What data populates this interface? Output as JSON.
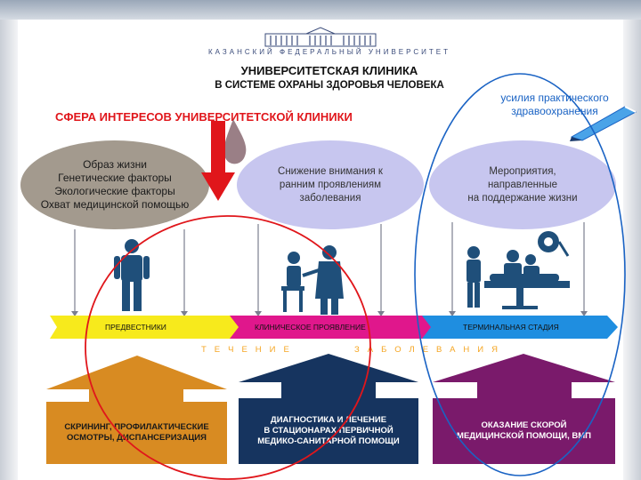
{
  "header": {
    "university": "КАЗАНСКИЙ ФЕДЕРАЛЬНЫЙ УНИВЕРСИТЕТ",
    "title_line1": "УНИВЕРСИТЕТСКАЯ КЛИНИКА",
    "title_line2": "В СИСТЕМЕ ОХРАНЫ ЗДОРОВЬЯ ЧЕЛОВЕКА"
  },
  "sphere_title": "СФЕРА ИНТЕРЕСОВ УНИВЕРСИТЕТСКОЙ КЛИНИКИ",
  "effort_label": "усилия практического здравоохранения",
  "ovals": [
    "Образ жизни\nГенетические факторы\nЭкологические факторы\nОхват медицинской помощью",
    "Снижение внимания к\nранним проявлениям\nзаболевания",
    "Мероприятия,\nнаправленные\nна поддержание жизни"
  ],
  "stages": [
    "ПРЕДВЕСТНИКИ",
    "КЛИНИЧЕСКОЕ ПРОЯВЛЕНИЕ",
    "ТЕРМИНАЛЬНАЯ СТАДИЯ"
  ],
  "flow_words": [
    "ТЕЧЕНИЕ",
    "ЗАБОЛЕВАНИЯ"
  ],
  "boxes": [
    "СКРИНИНГ, ПРОФИЛАКТИЧЕСКИЕ\nОСМОТРЫ, ДИСПАНСЕРИЗАЦИЯ",
    "ДИАГНОСТИКА И ЛЕЧЕНИЕ\nВ СТАЦИОНАРАХ ПЕРВИЧНОЙ\nМЕДИКО-САНИТАРНОЙ ПОМОЩИ",
    "ОКАЗАНИЕ СКОРОЙ\nМЕДИЦИНСКОЙ ПОМОЩИ, ВМП"
  ],
  "colors": {
    "red": "#e0161b",
    "blue": "#1a63c4",
    "orange": "#d88b22",
    "navy": "#16345f",
    "purple": "#7a1a6b",
    "stage_yellow": "#f7ea1c",
    "stage_magenta": "#e0178c",
    "stage_blue": "#1f8ee0"
  }
}
